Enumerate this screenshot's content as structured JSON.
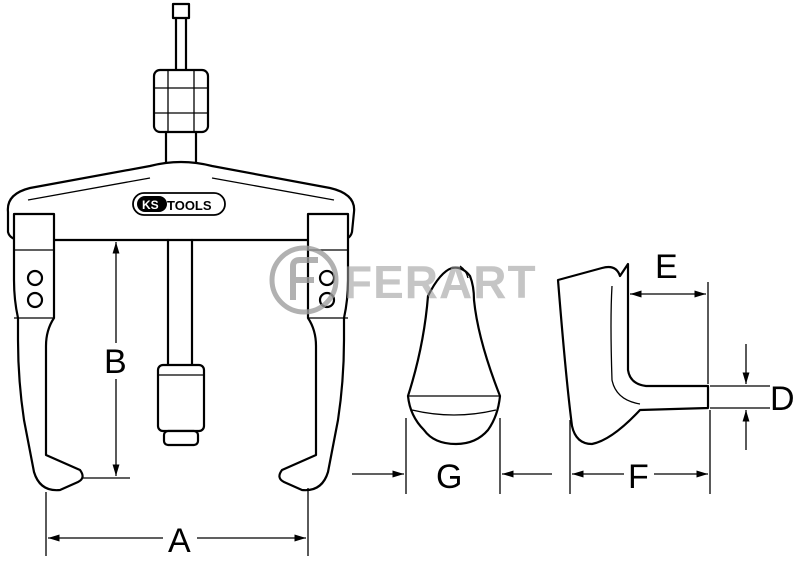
{
  "brand": {
    "logo_text": "KS TOOLS"
  },
  "watermark": {
    "text": "FERART"
  },
  "dimensions": {
    "A": "A",
    "B": "B",
    "D": "D",
    "E": "E",
    "F": "F",
    "G": "G"
  }
}
